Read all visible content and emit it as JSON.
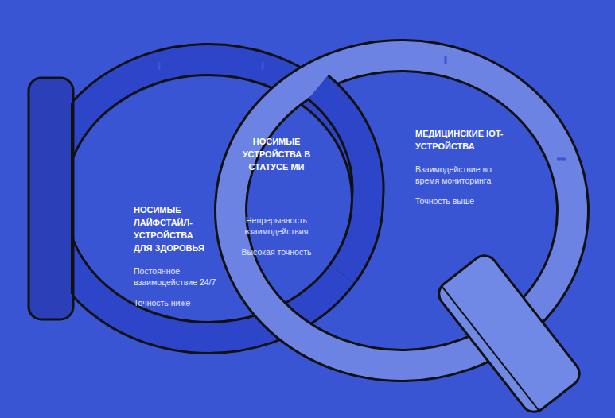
{
  "diagram": {
    "nodes": [
      {
        "text": [
          "НОСИМЫЕ ЛАЙФСТАЙЛ- УСТРОЙСТВА ДЛЯ ЗДОРОВЬЯ",
          "Постоянное взаимодействие 24/7",
          "Точность ниже"
        ]
      },
      {
        "text": [
          "НОСИМЫЕ УСТРОЙСТВА В СТАТУСЕ МИ",
          "Непрерывность взаимодействия",
          "Высокая точность"
        ]
      },
      {
        "text": [
          "МЕДИЦИНСКИЕ IOT-УСТРОЙСТВА",
          "Взаимодействие во время мониторинга",
          "Точность выше"
        ]
      }
    ]
  }
}
